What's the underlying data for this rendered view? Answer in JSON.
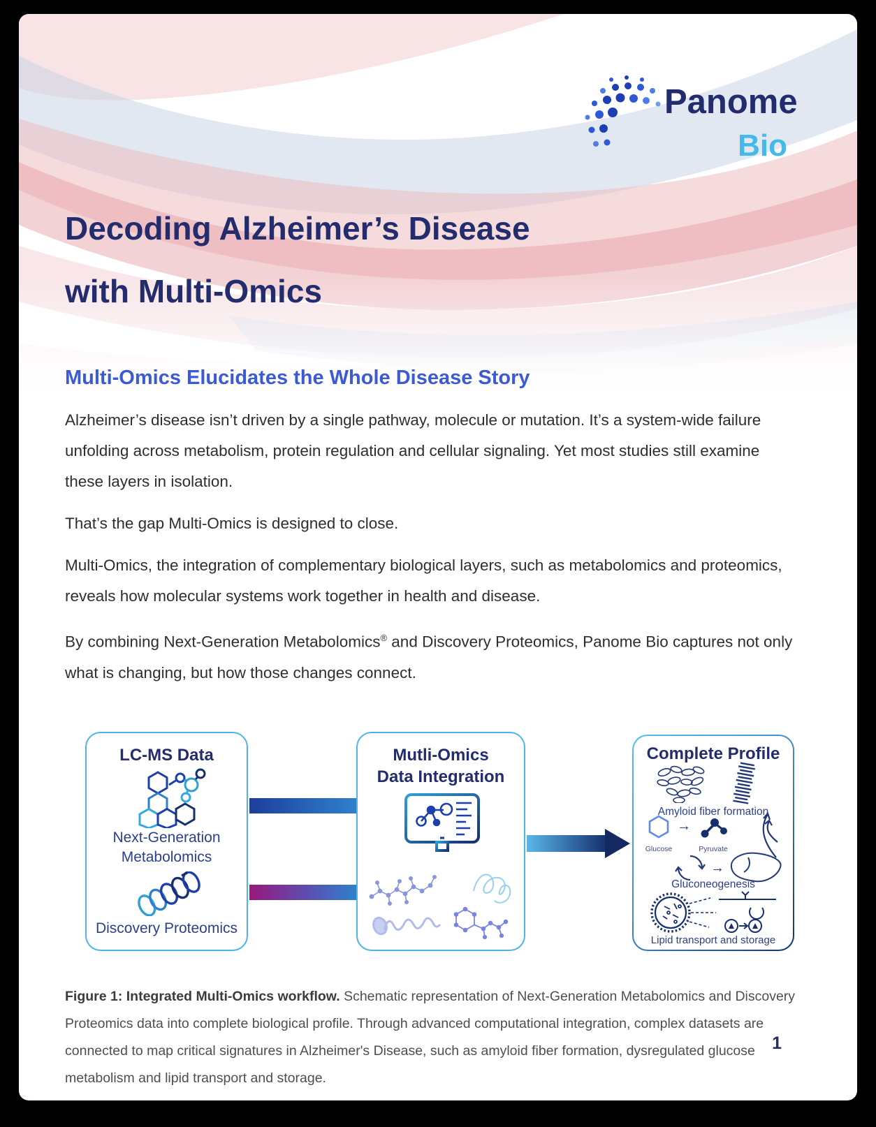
{
  "logo": {
    "brand": "Panome",
    "sub": "Bio"
  },
  "title": {
    "line1": "Decoding Alzheimer’s Disease",
    "line2": "with Multi-Omics"
  },
  "section_heading": "Multi-Omics Elucidates the Whole Disease Story",
  "paragraphs": {
    "p1": "Alzheimer’s disease isn’t driven by a single pathway, molecule or mutation. It’s a system-wide failure unfolding across metabolism, protein regulation and cellular signaling. Yet most studies still examine these layers in isolation.",
    "p2": "That’s the gap Multi-Omics is designed to close.",
    "p3": "Multi-Omics, the integration of complementary biological layers, such as metabolomics and proteomics, reveals how molecular systems work together in health and disease.",
    "p4_pre": "By combining Next-Generation Metabolomics",
    "p4_sup": "®",
    "p4_post": " and Discovery Proteomics, Panome Bio captures not only what is changing, but how those changes connect."
  },
  "figure": {
    "lcms": {
      "title": "LC-MS Data",
      "metabolomics_label": "Next-Generation Metabolomics",
      "proteomics_label": "Discovery Proteomics"
    },
    "integration": {
      "title_line1": "Mutli-Omics",
      "title_line2": "Data Integration"
    },
    "profile": {
      "title": "Complete Profile",
      "amyloid_label": "Amyloid fiber formation",
      "glucose_label": "Glucose",
      "pyruvate_label": "Pyruvate",
      "gluconeogenesis_label": "Gluconeogenesis",
      "lipid_label": "Lipid transport and storage"
    },
    "caption_lead": "Figure 1: Integrated Multi-Omics workflow.",
    "caption_text": " Schematic representation of Next-Generation Metabolomics and Discovery Proteomics data into complete biological profile. Through advanced computational integration, complex datasets are connected to map critical signatures in Alzheimer's Disease, such as amyloid fiber formation, dysregulated glucose metabolism and lipid transport and storage."
  },
  "page_number": "1",
  "colors": {
    "navy": "#232d6d",
    "heading_blue": "#3b5ad6",
    "bio_blue": "#45b9ea",
    "box_border": "#4cb5e8",
    "magenta": "#99187e",
    "mid_blue": "#2f81cb",
    "dark_blue": "#16306e"
  }
}
